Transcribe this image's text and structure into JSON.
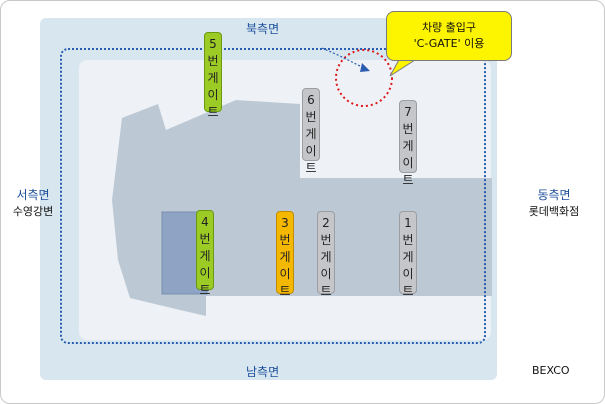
{
  "labels": {
    "north": "북측면",
    "south": "남측면",
    "west": "서측면",
    "west_sub": "수영강변",
    "east": "동측면",
    "east_sub": "롯데백화점",
    "bexco": "BEXCO"
  },
  "callout": {
    "line1": "차량 출입구",
    "line2": "'C-GATE' 이용"
  },
  "gates": [
    {
      "number": "5",
      "text": "번게이트",
      "color": "#9ccb26"
    },
    {
      "number": "6",
      "text": "번게이트",
      "color": "#c4c6c9"
    },
    {
      "number": "7",
      "text": "번게이트",
      "color": "#c4c6c9"
    },
    {
      "number": "4",
      "text": "번게이트",
      "color": "#9ccb26"
    },
    {
      "number": "3",
      "text": "번게이트",
      "color": "#f5b800"
    },
    {
      "number": "2",
      "text": "번게이트",
      "color": "#c4c6c9"
    },
    {
      "number": "1",
      "text": "번게이트",
      "color": "#c4c6c9"
    }
  ],
  "colors": {
    "site": "#d8e6ef",
    "building": "#bcc8d3",
    "route": "#2a5db0",
    "callout": "#fdf400",
    "entrance_circle": "#e0161b"
  }
}
